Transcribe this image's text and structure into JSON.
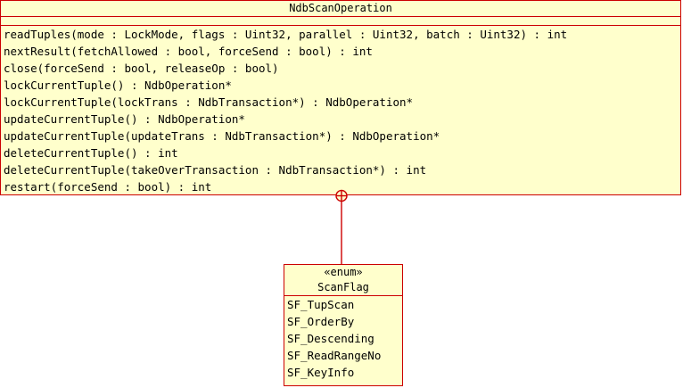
{
  "diagram": {
    "type": "uml-class-diagram",
    "background_color": "#ffffff",
    "box_fill_color": "#ffffcc",
    "box_border_color": "#cc0000",
    "connector_color": "#cc0000",
    "connector_end_symbol": "circle-plus-nesting"
  },
  "main_class": {
    "name": "NdbScanOperation",
    "attributes": [],
    "operations": [
      "readTuples(mode : LockMode, flags : Uint32, parallel : Uint32, batch : Uint32) : int",
      "nextResult(fetchAllowed : bool, forceSend : bool) : int",
      "close(forceSend : bool, releaseOp : bool)",
      "lockCurrentTuple() : NdbOperation*",
      "lockCurrentTuple(lockTrans : NdbTransaction*) : NdbOperation*",
      "updateCurrentTuple() : NdbOperation*",
      "updateCurrentTuple(updateTrans : NdbTransaction*) : NdbOperation*",
      "deleteCurrentTuple() : int",
      "deleteCurrentTuple(takeOverTransaction : NdbTransaction*) : int",
      "restart(forceSend : bool) : int"
    ]
  },
  "enum_class": {
    "stereotype": "«enum»",
    "name": "ScanFlag",
    "literals": [
      "SF_TupScan",
      "SF_OrderBy",
      "SF_Descending",
      "SF_ReadRangeNo",
      "SF_KeyInfo"
    ]
  }
}
